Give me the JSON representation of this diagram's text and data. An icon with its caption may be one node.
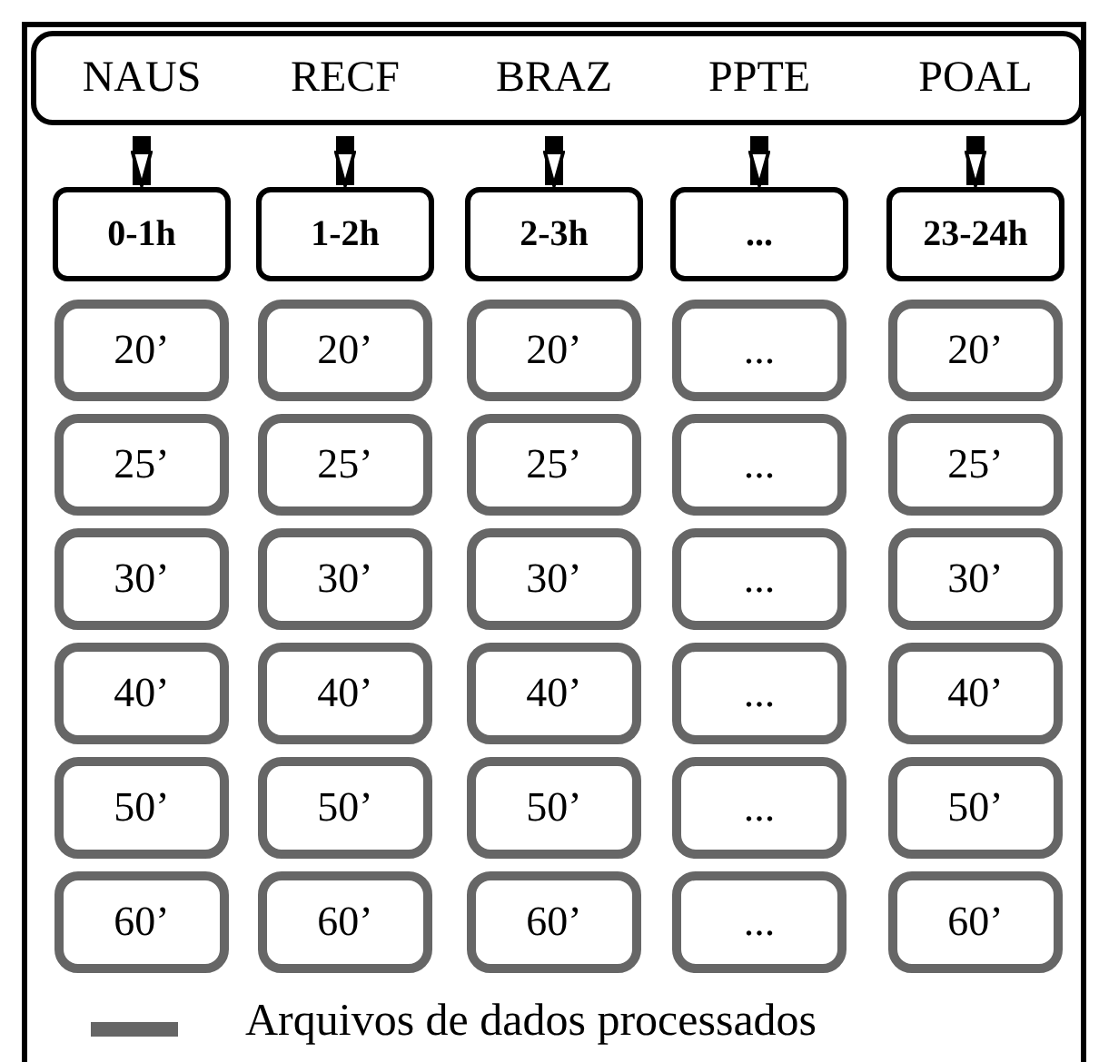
{
  "diagram": {
    "nodes": [
      {
        "text": [
          "NAUS",
          "RECF",
          "BRAZ",
          "PPTE",
          "POAL"
        ]
      },
      {
        "text": [
          "0-1h"
        ]
      },
      {
        "text": [
          "1-2h"
        ]
      },
      {
        "text": [
          "2-3h"
        ]
      },
      {
        "text": [
          "..."
        ]
      },
      {
        "text": [
          "23-24h"
        ]
      },
      {
        "text": [
          "20’"
        ]
      },
      {
        "text": [
          "20’"
        ]
      },
      {
        "text": [
          "20’"
        ]
      },
      {
        "text": [
          "..."
        ]
      },
      {
        "text": [
          "20’"
        ]
      },
      {
        "text": [
          "25’"
        ]
      },
      {
        "text": [
          "25’"
        ]
      },
      {
        "text": [
          "25’"
        ]
      },
      {
        "text": [
          "..."
        ]
      },
      {
        "text": [
          "25’"
        ]
      },
      {
        "text": [
          "30’"
        ]
      },
      {
        "text": [
          "30’"
        ]
      },
      {
        "text": [
          "30’"
        ]
      },
      {
        "text": [
          "..."
        ]
      },
      {
        "text": [
          "30’"
        ]
      },
      {
        "text": [
          "40’"
        ]
      },
      {
        "text": [
          "40’"
        ]
      },
      {
        "text": [
          "40’"
        ]
      },
      {
        "text": [
          "..."
        ]
      },
      {
        "text": [
          "40’"
        ]
      },
      {
        "text": [
          "50’"
        ]
      },
      {
        "text": [
          "50’"
        ]
      },
      {
        "text": [
          "50’"
        ]
      },
      {
        "text": [
          "..."
        ]
      },
      {
        "text": [
          "50’"
        ]
      },
      {
        "text": [
          "60’"
        ]
      },
      {
        "text": [
          "60’"
        ]
      },
      {
        "text": [
          "60’"
        ]
      },
      {
        "text": [
          "..."
        ]
      },
      {
        "text": [
          "60’"
        ]
      }
    ],
    "edges": [
      {
        "from": 0,
        "to": 1,
        "arrow": "to"
      },
      {
        "from": 0,
        "to": 2,
        "arrow": "to"
      },
      {
        "from": 0,
        "to": 3,
        "arrow": "to"
      },
      {
        "from": 0,
        "to": 4,
        "arrow": "to"
      },
      {
        "from": 0,
        "to": 5,
        "arrow": "to"
      }
    ],
    "legend": [
      {
        "text": "Arquivos de dados processados"
      }
    ]
  }
}
